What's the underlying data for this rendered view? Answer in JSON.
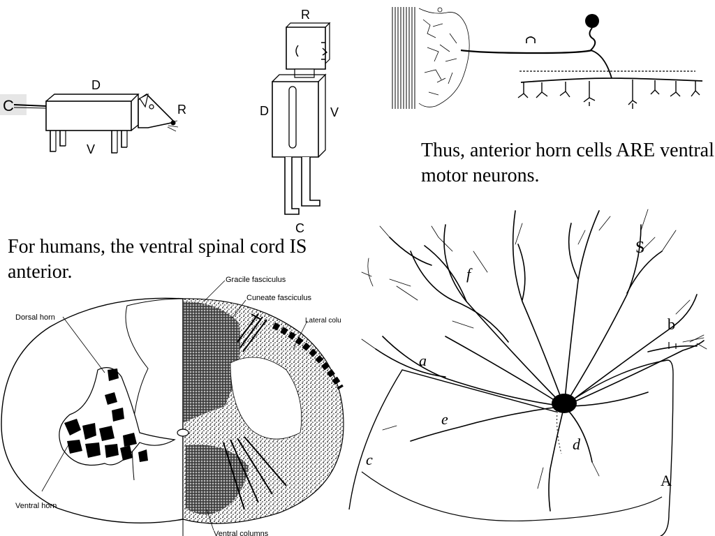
{
  "slide": {
    "caption_top_right": "Thus, anterior horn cells ARE ventral motor neurons.",
    "caption_left": "For humans, the ventral spinal cord IS anterior."
  },
  "animal_diagram": {
    "caudal": "C",
    "dorsal": "D",
    "rostral": "R",
    "ventral": "V"
  },
  "human_diagram": {
    "rostral": "R",
    "dorsal": "D",
    "ventral": "V",
    "caudal": "C"
  },
  "spinal_section": {
    "labels": {
      "gracile": "Gracile fasciculus",
      "cuneate": "Cuneate fasciculus",
      "lateral": "Lateral colu",
      "dorsal_horn": "Dorsal horn",
      "ventral_horn": "Ventral horn",
      "ventral_columns": "Ventral columns"
    }
  },
  "neuron_drawing": {
    "labels": {
      "S": "S",
      "f": "f",
      "b": "b",
      "a": "a",
      "e": "e",
      "c": "c",
      "d": "d",
      "A": "A"
    }
  },
  "colors": {
    "ink": "#000000",
    "paper": "#ffffff",
    "shade": "#444444"
  }
}
